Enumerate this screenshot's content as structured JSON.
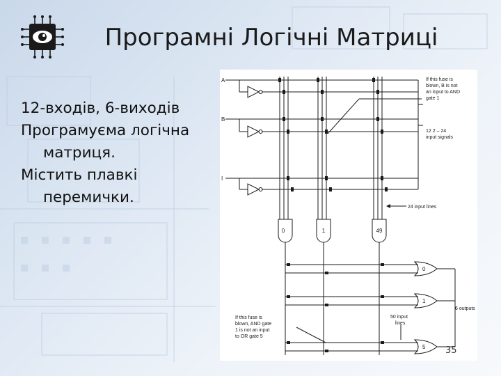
{
  "slide": {
    "title": "Програмні Логічні Матриці",
    "body_lines": [
      "12-входів, 6-виходів",
      "Програмуєма логічна",
      "матриця.",
      "Містить плавкі",
      "перемички."
    ],
    "page_number": "35"
  },
  "diagram": {
    "input_labels": [
      "A",
      "B",
      "I"
    ],
    "and_gate_labels": [
      "0",
      "1",
      "49"
    ],
    "or_gate_labels": [
      "0",
      "1",
      "5"
    ],
    "annotation_top": [
      "If this fuse is",
      "blown, B is not",
      "an input to AND",
      "gate 1"
    ],
    "input_signals_label": [
      "12    2 – 24",
      "input signals"
    ],
    "input_lines_label": "24 input lines",
    "product_lines_label": [
      "50 input",
      "lines"
    ],
    "outputs_label": "6 outputs",
    "annotation_bottom": [
      "If this fuse is",
      "blown, AND gate",
      "1 is not an input",
      "to OR gate 5"
    ]
  },
  "colors": {
    "line": "#1a1a1a",
    "background": "#c9d8ea"
  },
  "icons": {
    "logo": "chip-eye-logo-icon"
  }
}
